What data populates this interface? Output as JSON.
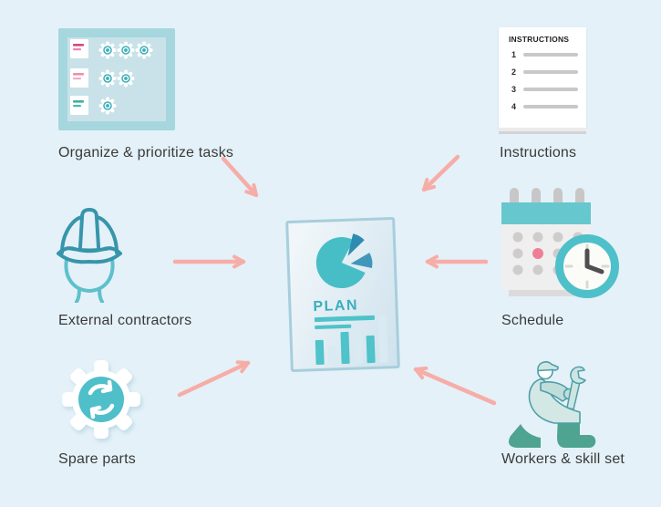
{
  "background": "#E4F1F8",
  "palette": {
    "teal_main": "#47BEC6",
    "teal_dark_slice": "#2D8CAF",
    "teal_mid_slice": "#4197B9",
    "teal_board": "#A6D6DE",
    "salmon_arrow": "#F7ADA7",
    "label_text": "#3A3A3A",
    "pink_accent": "#D6487E",
    "gray_rule": "#C8C8C8"
  },
  "nodes": {
    "organize": {
      "label": "Organize & prioritize tasks",
      "icon": "task-board-icon"
    },
    "instructions": {
      "label": "Instructions",
      "icon": "instructions-sheet-icon",
      "sheet_title": "INSTRUCTIONS",
      "steps": [
        "1",
        "2",
        "3",
        "4"
      ]
    },
    "contractors": {
      "label": "External contractors",
      "icon": "hard-hat-icon"
    },
    "schedule": {
      "label": "Schedule",
      "icon": "calendar-clock-icon"
    },
    "spare_parts": {
      "label": "Spare parts",
      "icon": "gear-refresh-icon"
    },
    "workers": {
      "label": "Workers & skill set",
      "icon": "worker-wrench-icon"
    }
  },
  "plan": {
    "title": "PLAN",
    "pie_slices": [
      {
        "color": "#47BEC6",
        "share": "large"
      },
      {
        "color": "#2D8CAF",
        "share": "small"
      },
      {
        "color": "#4197B9",
        "share": "small"
      }
    ],
    "bars": {
      "heights": [
        27,
        19,
        35,
        42,
        30,
        52
      ],
      "palette": [
        "#4FC2CA",
        "#D9EAF2"
      ]
    }
  },
  "arrows": [
    {
      "from": "organize",
      "to": "plan"
    },
    {
      "from": "instructions",
      "to": "plan"
    },
    {
      "from": "contractors",
      "to": "plan"
    },
    {
      "from": "schedule",
      "to": "plan"
    },
    {
      "from": "spare_parts",
      "to": "plan"
    },
    {
      "from": "workers",
      "to": "plan"
    }
  ]
}
